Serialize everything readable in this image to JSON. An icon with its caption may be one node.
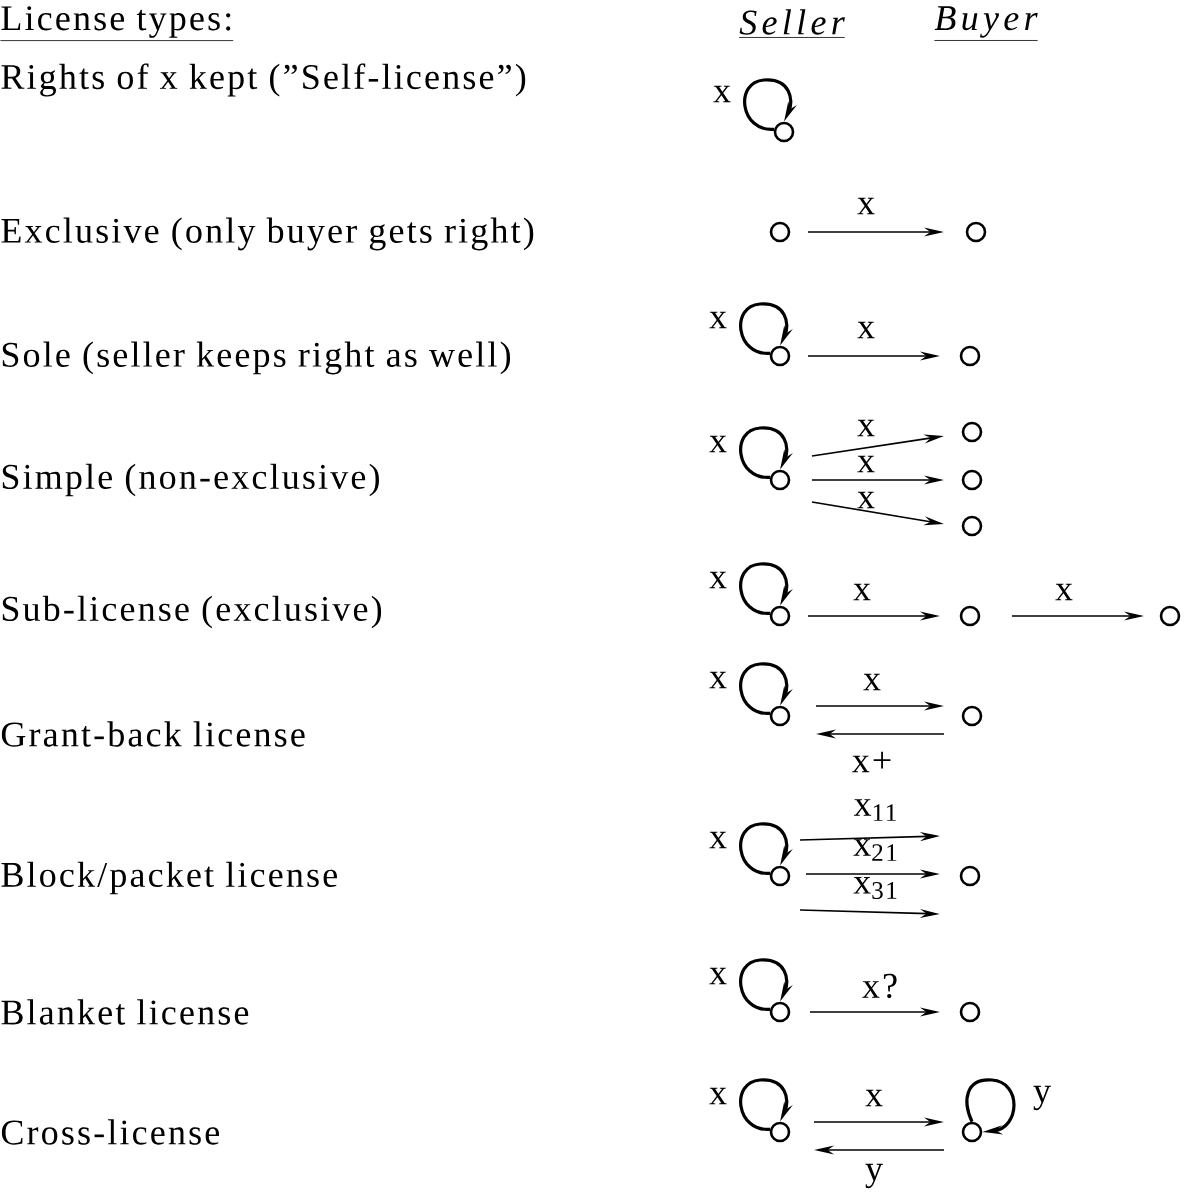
{
  "diagram": {
    "title": "License types:",
    "nodes": [
      {
        "text": [],
        "shape": "circle"
      },
      {
        "text": [],
        "shape": "circle"
      },
      {
        "text": [],
        "shape": "circle"
      },
      {
        "text": [],
        "shape": "circle"
      },
      {
        "text": [],
        "shape": "circle"
      },
      {
        "text": [],
        "shape": "circle"
      },
      {
        "text": [],
        "shape": "circle"
      },
      {
        "text": [],
        "shape": "circle"
      },
      {
        "text": [],
        "shape": "circle"
      },
      {
        "text": [],
        "shape": "circle"
      },
      {
        "text": [],
        "shape": "circle"
      },
      {
        "text": [],
        "shape": "circle"
      },
      {
        "text": [],
        "shape": "circle"
      },
      {
        "text": [],
        "shape": "circle"
      },
      {
        "text": [],
        "shape": "circle"
      },
      {
        "text": [],
        "shape": "circle"
      },
      {
        "text": [],
        "shape": "circle"
      },
      {
        "text": [],
        "shape": "circle"
      },
      {
        "text": [],
        "shape": "circle"
      },
      {
        "text": [],
        "shape": "circle"
      }
    ],
    "edges": [
      {
        "from": 0,
        "to": 0,
        "arrow": "to",
        "label": "x"
      },
      {
        "from": 1,
        "to": 2,
        "arrow": "to",
        "label": "x"
      },
      {
        "from": 3,
        "to": 3,
        "arrow": "to",
        "label": "x"
      },
      {
        "from": 3,
        "to": 4,
        "arrow": "to",
        "label": "x"
      },
      {
        "from": 5,
        "to": 5,
        "arrow": "to",
        "label": "x"
      },
      {
        "from": 5,
        "to": 6,
        "arrow": "to",
        "label": "x"
      },
      {
        "from": 5,
        "to": 7,
        "arrow": "to",
        "label": "x"
      },
      {
        "from": 5,
        "to": 8,
        "arrow": "to",
        "label": "x"
      },
      {
        "from": 9,
        "to": 9,
        "arrow": "to",
        "label": "x"
      },
      {
        "from": 9,
        "to": 10,
        "arrow": "to",
        "label": "x"
      },
      {
        "from": 10,
        "to": 11,
        "arrow": "to",
        "label": "x"
      },
      {
        "from": 12,
        "to": 12,
        "arrow": "to",
        "label": "x"
      },
      {
        "from": 12,
        "to": 13,
        "arrow": "to",
        "label": "x"
      },
      {
        "from": 13,
        "to": 12,
        "arrow": "to",
        "label": "x+"
      },
      {
        "from": 14,
        "to": 14,
        "arrow": "to",
        "label": "x"
      },
      {
        "from": 14,
        "to": null,
        "arrow": "to",
        "label": "x$_{11}$"
      },
      {
        "from": 14,
        "to": 15,
        "arrow": "to",
        "label": "x$_{21}$"
      },
      {
        "from": 14,
        "to": null,
        "arrow": "to",
        "label": "x$_{31}$"
      },
      {
        "from": 16,
        "to": 16,
        "arrow": "to",
        "label": "x"
      },
      {
        "from": 16,
        "to": 17,
        "arrow": "to",
        "label": "x?"
      },
      {
        "from": 18,
        "to": 18,
        "arrow": "to",
        "label": "x"
      },
      {
        "from": 18,
        "to": 19,
        "arrow": "to",
        "label": "x"
      },
      {
        "from": 19,
        "to": 18,
        "arrow": "to",
        "label": "y"
      },
      {
        "from": 19,
        "to": 19,
        "arrow": "to",
        "label": "y"
      }
    ],
    "labels": [
      "Seller",
      "Buyer",
      "Rights of x kept (”Self-license”)",
      "Exclusive (only buyer gets right)",
      "Sole (seller keeps right as well)",
      "Simple (non-exclusive)",
      "Sub-license (exclusive)",
      "Grant-back license",
      "Block/packet license",
      "Blanket license",
      "Cross-license"
    ]
  }
}
